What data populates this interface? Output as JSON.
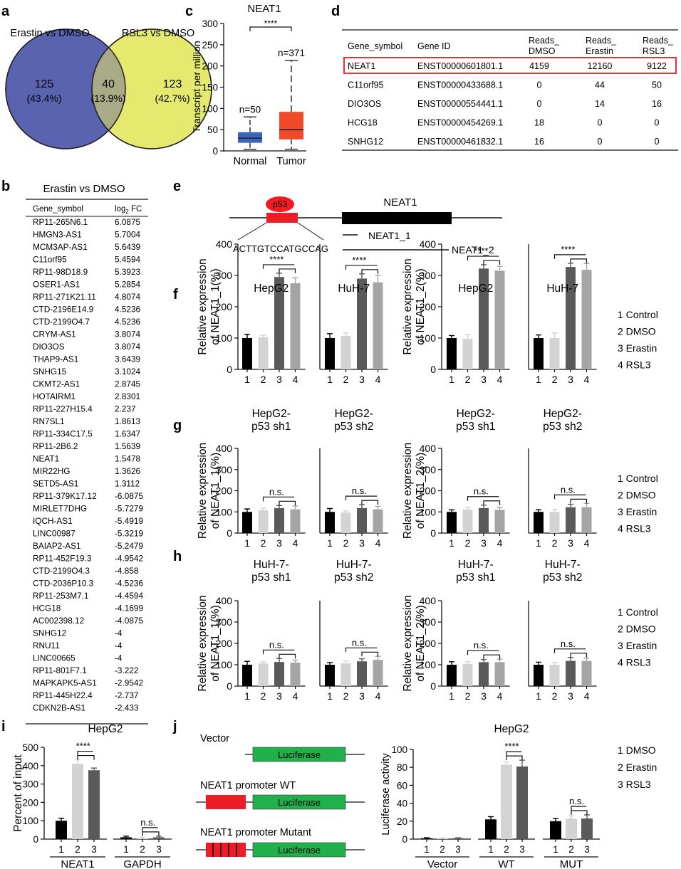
{
  "panels": {
    "a": "a",
    "b": "b",
    "c": "c",
    "d": "d",
    "e": "e",
    "f": "f",
    "g": "g",
    "h": "h",
    "i": "i",
    "j": "j"
  },
  "colors": {
    "venn_left": "#5a63b0",
    "venn_right": "#e5ea6f",
    "venn_overlap": "#a9aa86",
    "normal_box": "#3f65b5",
    "tumor_box": "#f04a2a",
    "bar1": "#000000",
    "bar2": "#d3d3d3",
    "bar3": "#5a5a5a",
    "bar4": "#a5a5a5",
    "highlight": "#e11d2a",
    "p53": "#ee1c25",
    "luciferase": "#20b14a",
    "promoter": "#ee1c25"
  },
  "venn": {
    "left_title": "Erastin vs DMSO",
    "right_title": "RSL3 vs DMSO",
    "left_count": "125",
    "left_pct": "(43.4%)",
    "mid_count": "40",
    "mid_pct": "(13.9%)",
    "right_count": "123",
    "right_pct": "(42.7%)"
  },
  "table_b": {
    "title": "Erastin vs DMSO",
    "col1": "Gene_symbol",
    "col2_main": "log",
    "col2_sub": "2",
    "col2_tail": " FC",
    "rows": [
      [
        "RP11-265N6.1",
        "6.0875"
      ],
      [
        "HMGN3-AS1",
        "5.7004"
      ],
      [
        "MCM3AP-AS1",
        "5.6439"
      ],
      [
        "C11orf95",
        "5.4594"
      ],
      [
        "RP11-98D18.9",
        "5.3923"
      ],
      [
        "OSER1-AS1",
        "5.2854"
      ],
      [
        "RP11-271K21.11",
        "4.8074"
      ],
      [
        "CTD-2196E14.9",
        "4.5236"
      ],
      [
        "CTD-2199O4.7",
        "4.5236"
      ],
      [
        "CRYM-AS1",
        "3.8074"
      ],
      [
        "DIO3OS",
        "3.8074"
      ],
      [
        "THAP9-AS1",
        "3.6439"
      ],
      [
        "SNHG15",
        "3.1024"
      ],
      [
        "CKMT2-AS1",
        "2.8745"
      ],
      [
        "HOTAIRM1",
        "2.8301"
      ],
      [
        "RP11-227H15.4",
        "2.237"
      ],
      [
        "RN7SL1",
        "1.8613"
      ],
      [
        "RP11-334C17.5",
        "1.6347"
      ],
      [
        "RP11-2B6.2",
        "1.5639"
      ],
      [
        "NEAT1",
        "1.5478"
      ],
      [
        "MIR22HG",
        "1.3626"
      ],
      [
        "SETD5-AS1",
        "1.3112"
      ],
      [
        "RP11-379K17.12",
        "-6.0875"
      ],
      [
        "MIRLET7DHG",
        "-5.7279"
      ],
      [
        "IQCH-AS1",
        "-5.4919"
      ],
      [
        "LINC00987",
        "-5.3219"
      ],
      [
        "BAIAP2-AS1",
        "-5.2479"
      ],
      [
        "RP11-452F19.3",
        "-4.9542"
      ],
      [
        "CTD-2199O4.3",
        "-4.858"
      ],
      [
        "CTD-2036P10.3",
        "-4.5236"
      ],
      [
        "RP11-253M7.1",
        "-4.4594"
      ],
      [
        "HCG18",
        "-4.1699"
      ],
      [
        "AC002398.12",
        "-4.0875"
      ],
      [
        "SNHG12",
        "-4"
      ],
      [
        "RNU11",
        "-4"
      ],
      [
        "LINC00665",
        "-4"
      ],
      [
        "RP11-801F7.1",
        "-3.222"
      ],
      [
        "MAPKAPK5-AS1",
        "-2.9542"
      ],
      [
        "RP11-445H22.4",
        "-2.737"
      ],
      [
        "CDKN2B-AS1",
        "-2.433"
      ]
    ]
  },
  "table_d": {
    "headers": [
      "Gene_symbol",
      "Gene ID",
      "Reads_\nDMSO",
      "Reads_\nErastin",
      "Reads_\nRSL3"
    ],
    "rows": [
      [
        "NEAT1",
        "ENST00000601801.1",
        "4159",
        "12160",
        "9122"
      ],
      [
        "C11orf95",
        "ENST00000433688.1",
        "0",
        "44",
        "50"
      ],
      [
        "DIO3OS",
        "ENST00000554441.1",
        "0",
        "14",
        "16"
      ],
      [
        "HCG18",
        "ENST00000454269.1",
        "18",
        "0",
        "0"
      ],
      [
        "SNHG12",
        "ENST00000461832.1",
        "16",
        "0",
        "0"
      ]
    ]
  },
  "diagram_e": {
    "p53": "p53",
    "gene": "NEAT1",
    "sequence": "ACTTGTCCATGCCAG",
    "iso1": "NEAT1_1",
    "iso2": "NEAT1_2"
  },
  "diagram_j": {
    "vector": "Vector",
    "wt": "NEAT1 promoter WT",
    "mut": "NEAT1 promoter Mutant",
    "luc": "Luciferase"
  },
  "sig": {
    "four": "****",
    "ns": "n.s."
  },
  "legend_four": [
    "1 Control",
    "2 DMSO",
    "3 Erastin",
    "4 RSL3"
  ],
  "legend_three": [
    "1 DMSO",
    "2 Erastin",
    "3 RSL3"
  ],
  "chart_data": [
    {
      "panel": "c",
      "type": "box",
      "title": "NEAT1",
      "ylabel": "Transcript per million",
      "ylim": [
        0,
        300
      ],
      "yticks": [
        0,
        50,
        100,
        150,
        200,
        250,
        300
      ],
      "significance": "****",
      "categories": [
        "Normal",
        "Tumor"
      ],
      "n_labels": [
        "n=50",
        "n=371"
      ],
      "boxes": [
        {
          "min": 4,
          "q1": 19,
          "median": 30,
          "q3": 44,
          "max": 80
        },
        {
          "min": 4,
          "q1": 27,
          "median": 50,
          "q3": 92,
          "max": 213
        }
      ]
    },
    {
      "panel": "f",
      "type": "bar",
      "ylabel": [
        "Relative expression",
        "of NEAT1_1(%)"
      ],
      "ylim": [
        0,
        400
      ],
      "yticks": [
        0,
        100,
        200,
        300,
        400
      ],
      "categories": [
        "1",
        "2",
        "3",
        "4"
      ],
      "groups": [
        {
          "name": "HepG2",
          "values": [
            100,
            103,
            295,
            275
          ],
          "errors": [
            12,
            6,
            12,
            18
          ],
          "sig": "****"
        },
        {
          "name": "HuH-7",
          "values": [
            100,
            107,
            290,
            278
          ],
          "errors": [
            14,
            9,
            15,
            22
          ],
          "sig": "****"
        }
      ]
    },
    {
      "panel": "f",
      "type": "bar",
      "ylabel": [
        "Relative expression",
        "of NEAT1_2(%)"
      ],
      "ylim": [
        0,
        400
      ],
      "yticks": [
        0,
        100,
        200,
        300,
        400
      ],
      "categories": [
        "1",
        "2",
        "3",
        "4"
      ],
      "groups": [
        {
          "name": "HepG2",
          "values": [
            100,
            98,
            322,
            315
          ],
          "errors": [
            8,
            14,
            12,
            14
          ],
          "sig": "****"
        },
        {
          "name": "HuH-7",
          "values": [
            100,
            100,
            327,
            318
          ],
          "errors": [
            10,
            16,
            12,
            20
          ],
          "sig": "****"
        }
      ]
    },
    {
      "panel": "g",
      "type": "bar",
      "ylabel": [
        "Relative expression",
        "of NEAT1_1(%)"
      ],
      "ylim": [
        0,
        400
      ],
      "yticks": [
        0,
        100,
        200,
        300,
        400
      ],
      "categories": [
        "1",
        "2",
        "3",
        "4"
      ],
      "groups": [
        {
          "name": [
            "HepG2-",
            "p53 sh1"
          ],
          "values": [
            100,
            108,
            118,
            112
          ],
          "errors": [
            14,
            10,
            12,
            16
          ],
          "sig": "n.s."
        },
        {
          "name": [
            "HepG2-",
            "p53 sh2"
          ],
          "values": [
            100,
            97,
            118,
            112
          ],
          "errors": [
            16,
            8,
            16,
            14
          ],
          "sig": "n.s."
        }
      ]
    },
    {
      "panel": "g",
      "type": "bar",
      "ylabel": [
        "Relative expression",
        "of NEAT1_2(%)"
      ],
      "ylim": [
        0,
        400
      ],
      "yticks": [
        0,
        100,
        200,
        300,
        400
      ],
      "categories": [
        "1",
        "2",
        "3",
        "4"
      ],
      "groups": [
        {
          "name": [
            "HepG2-",
            "p53 sh1"
          ],
          "values": [
            100,
            112,
            118,
            110
          ],
          "errors": [
            10,
            10,
            14,
            12
          ],
          "sig": "n.s."
        },
        {
          "name": [
            "HepG2-",
            "p53 sh2"
          ],
          "values": [
            100,
            100,
            122,
            122
          ],
          "errors": [
            10,
            12,
            14,
            18
          ],
          "sig": "n.s."
        }
      ]
    },
    {
      "panel": "h",
      "type": "bar",
      "ylabel": [
        "Relative expression",
        "of NEAT1_1(%)"
      ],
      "ylim": [
        0,
        400
      ],
      "yticks": [
        0,
        100,
        200,
        300,
        400
      ],
      "categories": [
        "1",
        "2",
        "3",
        "4"
      ],
      "groups": [
        {
          "name": [
            "HuH-7-",
            "p53 sh1"
          ],
          "values": [
            100,
            106,
            113,
            110
          ],
          "errors": [
            16,
            8,
            16,
            12
          ],
          "sig": "n.s."
        },
        {
          "name": [
            "HuH-7-",
            "p53 sh2"
          ],
          "values": [
            100,
            106,
            116,
            123
          ],
          "errors": [
            10,
            12,
            12,
            16
          ],
          "sig": "n.s."
        }
      ]
    },
    {
      "panel": "h",
      "type": "bar",
      "ylabel": [
        "Relative expression",
        "of NEAT1_2(%)"
      ],
      "ylim": [
        0,
        400
      ],
      "yticks": [
        0,
        100,
        200,
        300,
        400
      ],
      "categories": [
        "1",
        "2",
        "3",
        "4"
      ],
      "groups": [
        {
          "name": [
            "HuH-7-",
            "p53 sh1"
          ],
          "values": [
            100,
            104,
            112,
            112
          ],
          "errors": [
            14,
            10,
            12,
            14
          ],
          "sig": "n.s."
        },
        {
          "name": [
            "HuH-7-",
            "p53 sh2"
          ],
          "values": [
            100,
            100,
            118,
            118
          ],
          "errors": [
            12,
            10,
            16,
            12
          ],
          "sig": "n.s."
        }
      ]
    },
    {
      "panel": "i",
      "type": "bar",
      "title": "HepG2",
      "ylabel": "Percent of input",
      "ylim": [
        0,
        500
      ],
      "yticks": [
        0,
        100,
        200,
        300,
        400,
        500
      ],
      "categories": [
        "1",
        "2",
        "3"
      ],
      "groups": [
        {
          "name": "NEAT1",
          "values": [
            100,
            410,
            375
          ],
          "errors": [
            14,
            22,
            12
          ],
          "sig": "****"
        },
        {
          "name": "GAPDH",
          "values": [
            10,
            5,
            10
          ],
          "errors": [
            6,
            4,
            6
          ],
          "sig": "n.s."
        }
      ]
    },
    {
      "panel": "j",
      "type": "bar",
      "title": "HepG2",
      "ylabel": "Luciferase activity",
      "ylim": [
        0,
        100
      ],
      "yticks": [
        0,
        20,
        40,
        60,
        80,
        100
      ],
      "categories": [
        "1",
        "2",
        "3"
      ],
      "groups": [
        {
          "name": "Vector",
          "values": [
            1,
            1,
            1
          ],
          "errors": [
            0.5,
            0.5,
            0.5
          ],
          "sig": ""
        },
        {
          "name": "WT",
          "values": [
            22,
            83,
            81
          ],
          "errors": [
            3,
            3,
            7
          ],
          "sig": "****"
        },
        {
          "name": "MUT",
          "values": [
            20,
            23,
            23
          ],
          "errors": [
            3,
            3,
            4
          ],
          "sig": "n.s."
        }
      ]
    }
  ]
}
